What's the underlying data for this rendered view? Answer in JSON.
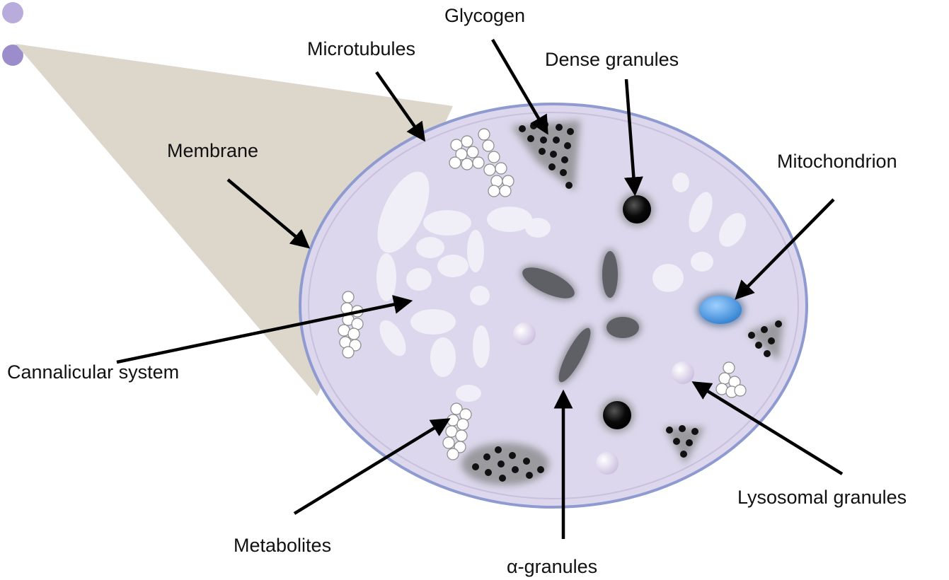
{
  "labels": {
    "glycogen": "Glycogen",
    "microtubules": "Microtubules",
    "dense_granules": "Dense granules",
    "membrane": "Membrane",
    "mitochondrion": "Mitochondrion",
    "cannalicular_system": "Cannalicular system",
    "metabolites": "Metabolites",
    "alpha_granules": "α-granules",
    "lysosomal_granules": "Lysosomal granules"
  },
  "colors": {
    "cytoplasm": "#d9d4ea",
    "membrane_outline": "#8f9bd0",
    "zoom_wedge": "#ddd6cb",
    "alpha_granule": "#5f5f66",
    "dense_granule": "#0d0d0d",
    "mitochondrion": "#4a9be0",
    "lysosome": "#d6cde6",
    "canalicular": "#efedf5",
    "small_platelet": "#8a78c2"
  }
}
